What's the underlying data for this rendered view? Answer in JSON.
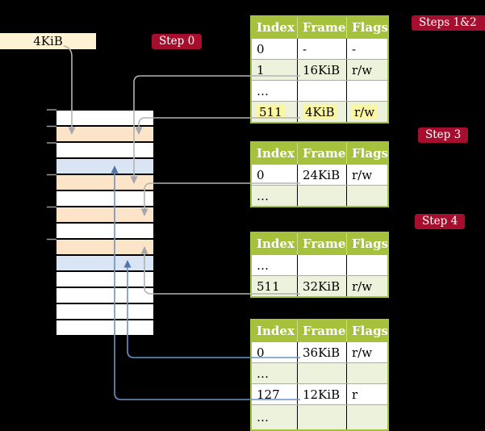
{
  "frame_size_box": {
    "label": "4KiB"
  },
  "badges": {
    "step0": "Step 0",
    "steps12": "Steps 1&2",
    "step3": "Step 3",
    "step4": "Step 4"
  },
  "tables": {
    "header": [
      "Index",
      "Frame",
      "Flags"
    ],
    "t1": {
      "rows": [
        [
          "0",
          "-",
          "-"
        ],
        [
          "1",
          "16KiB",
          "r/w"
        ],
        [
          "…",
          "",
          ""
        ],
        [
          "511",
          "4KiB",
          "r/w"
        ]
      ],
      "highlighted_row": "511 | 4KiB | r/w"
    },
    "t2": {
      "rows": [
        [
          "0",
          "24KiB",
          "r/w"
        ],
        [
          "…",
          "",
          ""
        ]
      ]
    },
    "t3": {
      "rows": [
        [
          "…",
          "",
          ""
        ],
        [
          "511",
          "32KiB",
          "r/w"
        ]
      ]
    },
    "t4": {
      "rows": [
        [
          "0",
          "36KiB",
          "r/w"
        ],
        [
          "…",
          "",
          ""
        ],
        [
          "127",
          "12KiB",
          "r"
        ],
        [
          "…",
          "",
          ""
        ]
      ]
    }
  },
  "memory": {
    "frame_pattern": [
      "white",
      "peach",
      "white",
      "blue",
      "peach",
      "white",
      "peach",
      "white",
      "peach",
      "blue",
      "white",
      "white",
      "white",
      "white"
    ]
  },
  "colors": {
    "background": "#000000",
    "badge_red": "#a50e2d",
    "table_green": "#a6c23d",
    "row_tint_green": "#edf2dc",
    "highlight_yellow": "#fbf6a3",
    "frame_peach": "#fce4c9",
    "frame_blue": "#d9e5f4",
    "label_cream": "#fdf3d2",
    "gray_arrow": "#b3b3b3",
    "blue_arrow": "#6d92c4"
  }
}
